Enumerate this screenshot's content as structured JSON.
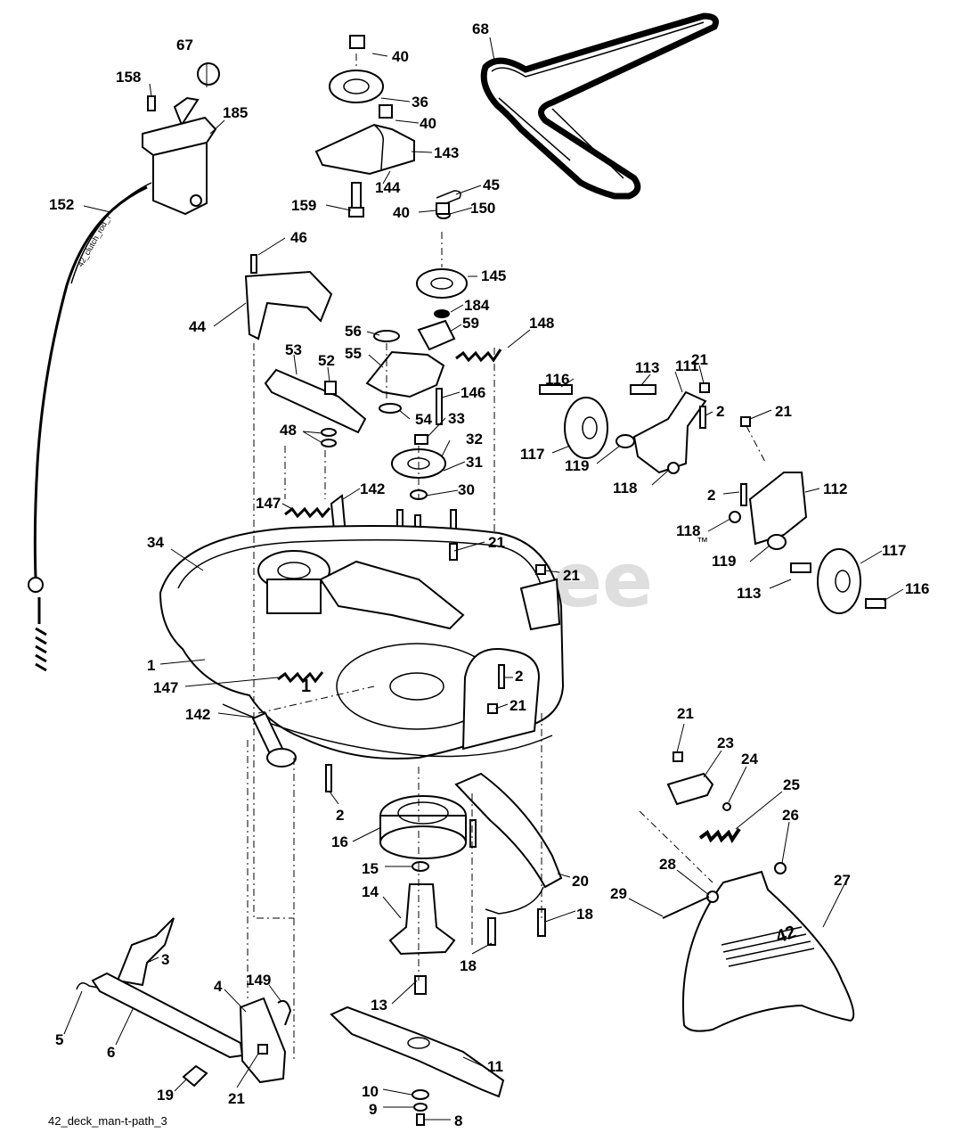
{
  "diagram": {
    "watermark": "PartsTree",
    "trademark": "™",
    "caption": "42_deck_man-t-path_3",
    "cable_text": "42_clutch_rod_7",
    "deck_text": "1",
    "cover_text": "42",
    "labels": [
      "67",
      "158",
      "185",
      "40",
      "36",
      "40",
      "143",
      "144",
      "159",
      "68",
      "45",
      "150",
      "40",
      "145",
      "184",
      "59",
      "148",
      "152",
      "46",
      "44",
      "53",
      "52",
      "56",
      "55",
      "146",
      "54",
      "33",
      "32",
      "31",
      "30",
      "48",
      "147",
      "142",
      "116",
      "113",
      "111",
      "21",
      "2",
      "21",
      "117",
      "119",
      "118",
      "2",
      "112",
      "118",
      "119",
      "117",
      "113",
      "116",
      "34",
      "21",
      "21",
      "2",
      "21",
      "1",
      "147",
      "142",
      "21",
      "23",
      "24",
      "25",
      "26",
      "2",
      "16",
      "15",
      "20",
      "28",
      "29",
      "27",
      "14",
      "18",
      "18",
      "3",
      "4",
      "149",
      "13",
      "5",
      "6",
      "11",
      "19",
      "21",
      "10",
      "9",
      "8"
    ]
  }
}
